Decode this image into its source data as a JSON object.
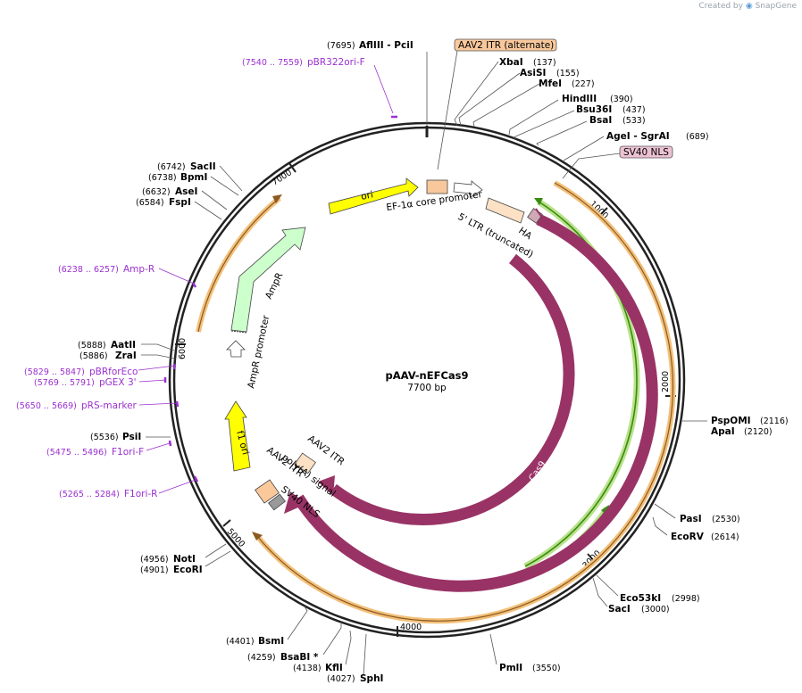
{
  "brand": {
    "created_by": "Created by",
    "app": "SnapGene"
  },
  "plasmid": {
    "name": "pAAV-nEFCas9",
    "size_label": "7700 bp",
    "length": 7700
  },
  "ticks": [
    "1000",
    "2000",
    "3000",
    "4000",
    "5000",
    "6000",
    "7000"
  ],
  "enzymes": [
    {
      "name": "AflIII  - PciI",
      "pos": "(7695)"
    },
    {
      "name": "XbaI",
      "pos": "(137)"
    },
    {
      "name": "AsiSI",
      "pos": "(155)"
    },
    {
      "name": "MfeI",
      "pos": "(227)"
    },
    {
      "name": "HindIII",
      "pos": "(390)"
    },
    {
      "name": "Bsu36I",
      "pos": "(437)"
    },
    {
      "name": "BsaI",
      "pos": "(533)"
    },
    {
      "name": "AgeI  - SgrAI",
      "pos": "(689)"
    },
    {
      "name": "PspOMI",
      "pos": "(2116)"
    },
    {
      "name": "ApaI",
      "pos": "(2120)"
    },
    {
      "name": "PasI",
      "pos": "(2530)"
    },
    {
      "name": "EcoRV",
      "pos": "(2614)"
    },
    {
      "name": "Eco53kI",
      "pos": "(2998)"
    },
    {
      "name": "SacI",
      "pos": "(3000)"
    },
    {
      "name": "PmlI",
      "pos": "(3550)"
    },
    {
      "name": "SphI",
      "pos": "(4027)"
    },
    {
      "name": "KflI",
      "pos": "(4138)"
    },
    {
      "name": "BsaBI *",
      "pos": "(4259)"
    },
    {
      "name": "BsmI",
      "pos": "(4401)"
    },
    {
      "name": "EcoRI",
      "pos": "(4901)"
    },
    {
      "name": "NotI",
      "pos": "(4956)"
    },
    {
      "name": "PsiI",
      "pos": "(5536)"
    },
    {
      "name": "ZraI",
      "pos": "(5886)"
    },
    {
      "name": "AatII",
      "pos": "(5888)"
    },
    {
      "name": "FspI",
      "pos": "(6584)"
    },
    {
      "name": "AseI",
      "pos": "(6632)"
    },
    {
      "name": "BpmI",
      "pos": "(6738)"
    },
    {
      "name": "SacII",
      "pos": "(6742)"
    }
  ],
  "primers": [
    {
      "name": "pBR322ori-F",
      "range": "(7540 .. 7559)"
    },
    {
      "name": "Amp-R",
      "range": "(6238 .. 6257)"
    },
    {
      "name": "pBRforEco",
      "range": "(5829 .. 5847)"
    },
    {
      "name": "pGEX 3'",
      "range": "(5769 .. 5791)"
    },
    {
      "name": "pRS-marker",
      "range": "(5650 .. 5669)"
    },
    {
      "name": "F1ori-F",
      "range": "(5475 .. 5496)"
    },
    {
      "name": "F1ori-R",
      "range": "(5265 .. 5284)"
    }
  ],
  "boxed_features": [
    {
      "name": "AAV2 ITR (alternate)",
      "color": "#f8c89c"
    },
    {
      "name": "SV40 NLS",
      "color": "#ecc2d2"
    }
  ],
  "features": [
    {
      "name": "ori",
      "color": "#ffff00"
    },
    {
      "name": "EF-1α core promoter",
      "color": "#ffffff"
    },
    {
      "name": "5' LTR (truncated)",
      "color": "#fce1c5"
    },
    {
      "name": "HA",
      "color": "#cfa9b5"
    },
    {
      "name": "Cas9",
      "color": "#993366"
    },
    {
      "name": "Cas9",
      "color": "#993366"
    },
    {
      "name": "AmpR",
      "color": "#ccffcc"
    },
    {
      "name": "AmpR promoter",
      "color": "#ffffff"
    },
    {
      "name": "f1 ori",
      "color": "#ffff00"
    },
    {
      "name": "AAV2 ITR",
      "color": "#fce1c5"
    },
    {
      "name": "poly(A) signal",
      "color": "#fbc89a"
    },
    {
      "name": "AAV2 ITR",
      "color": "#fce1c5"
    },
    {
      "name": "SV40 NLS",
      "color": "#999999"
    }
  ],
  "colors": {
    "enzyme_text": "#000000",
    "primer_text": "#9b30d0",
    "orange_band": "#f3c07a",
    "green_band": "#78c83c",
    "cas9": "#993366"
  }
}
